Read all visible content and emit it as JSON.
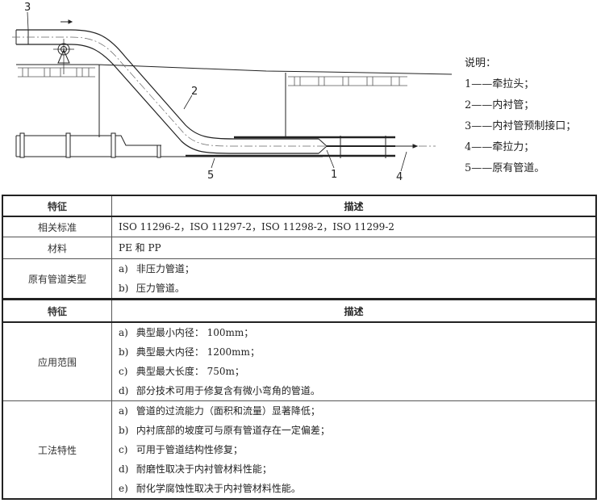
{
  "figure": {
    "callouts": [
      "1",
      "2",
      "3",
      "4",
      "5"
    ],
    "legend_title": "说明：",
    "legend_items": [
      "1——牵拉头；",
      "2——内衬管；",
      "3——内衬管预制接口；",
      "4——牵拉力；",
      "5——原有管道。"
    ]
  },
  "table1": {
    "headers": [
      "特征",
      "描述"
    ],
    "rows": [
      {
        "feature": "相关标准",
        "items": [
          {
            "label": "",
            "text": "ISO 11296-2，ISO 11297-2，ISO 11298-2，ISO 11299-2"
          }
        ]
      },
      {
        "feature": "材料",
        "items": [
          {
            "label": "",
            "text": "PE 和 PP"
          }
        ]
      },
      {
        "feature": "原有管道类型",
        "items": [
          {
            "label": "a)",
            "text": "非压力管道；"
          },
          {
            "label": "b)",
            "text": "压力管道。"
          }
        ]
      }
    ]
  },
  "table2": {
    "headers": [
      "特征",
      "描述"
    ],
    "rows": [
      {
        "feature": "应用范围",
        "items": [
          {
            "label": "a)",
            "text": "典型最小内径：  100mm；"
          },
          {
            "label": "b)",
            "text": "典型最大内径：  1200mm；"
          },
          {
            "label": "c)",
            "text": "典型最大长度：  750m；"
          },
          {
            "label": "d)",
            "text": "部分技术可用于修复含有微小弯角的管道。"
          }
        ]
      },
      {
        "feature": "工法特性",
        "items": [
          {
            "label": "a)",
            "text": "管道的过流能力（面积和流量）显著降低；"
          },
          {
            "label": "b)",
            "text": "内衬底部的坡度可与原有管道存在一定偏差；"
          },
          {
            "label": "c)",
            "text": "可用于管道结构性修复；"
          },
          {
            "label": "d)",
            "text": "耐磨性取决于内衬管材料性能；"
          },
          {
            "label": "e)",
            "text": "耐化学腐蚀性取决于内衬管材料性能。"
          }
        ]
      }
    ]
  }
}
